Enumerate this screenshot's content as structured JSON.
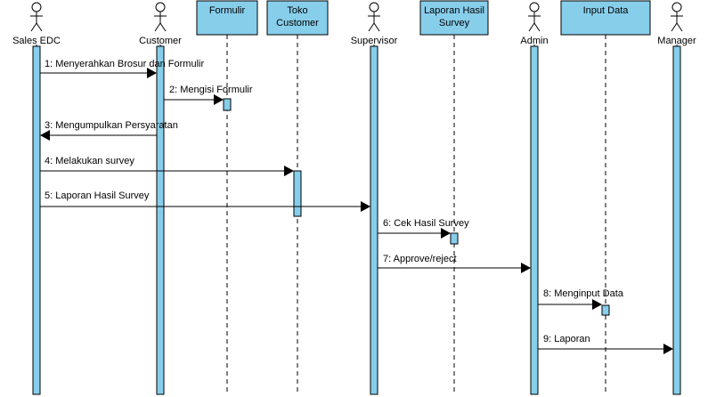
{
  "colors": {
    "box_fill": "#87CEEB",
    "box_stroke": "#000000",
    "activation_fill": "#87CEEB",
    "line": "#000000"
  },
  "actors": [
    {
      "id": "sales",
      "label": "Sales EDC",
      "icon": "stick-figure-icon"
    },
    {
      "id": "customer",
      "label": "Customer",
      "icon": "stick-figure-icon"
    },
    {
      "id": "supervisor",
      "label": "Supervisor",
      "icon": "stick-figure-icon"
    },
    {
      "id": "admin",
      "label": "Admin",
      "icon": "stick-figure-icon"
    },
    {
      "id": "manager",
      "label": "Manager",
      "icon": "stick-figure-icon"
    }
  ],
  "objects": [
    {
      "id": "formulir",
      "lines": [
        "Formulir"
      ]
    },
    {
      "id": "toko",
      "lines": [
        "Toko",
        "Customer"
      ]
    },
    {
      "id": "laporan",
      "lines": [
        "Laporan Hasil",
        "Survey"
      ]
    },
    {
      "id": "input",
      "lines": [
        "Input Data"
      ]
    }
  ],
  "messages": [
    {
      "label": "1: Menyerahkan Brosur dan Formulir"
    },
    {
      "label": "2: Mengisi Formulir"
    },
    {
      "label": "3: Mengumpulkan Persyaratan"
    },
    {
      "label": "4: Melakukan survey"
    },
    {
      "label": "5: Laporan Hasil Survey"
    },
    {
      "label": "6: Cek Hasil Survey"
    },
    {
      "label": "7: Approve/reject"
    },
    {
      "label": "8: Menginput Data"
    },
    {
      "label": "9:  Laporan"
    }
  ]
}
